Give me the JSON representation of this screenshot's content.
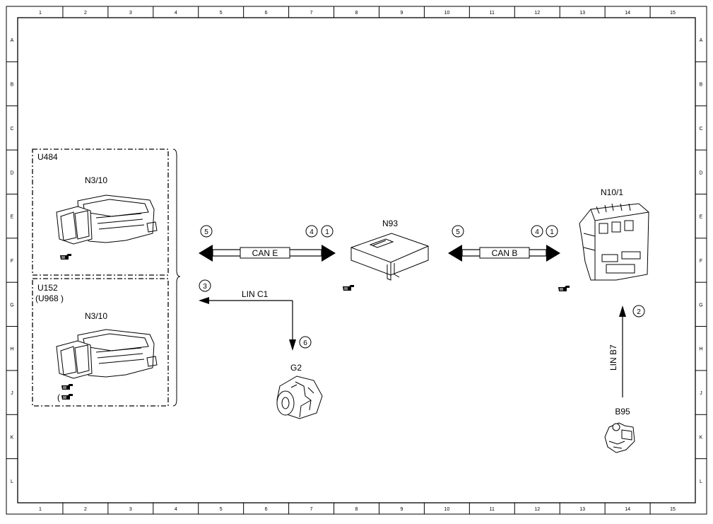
{
  "grid": {
    "columns": [
      "1",
      "2",
      "3",
      "4",
      "5",
      "6",
      "7",
      "8",
      "9",
      "10",
      "11",
      "12",
      "13",
      "14",
      "15"
    ],
    "rows": [
      "A",
      "B",
      "C",
      "D",
      "E",
      "F",
      "G",
      "H",
      "J",
      "K",
      "L"
    ]
  },
  "groups": {
    "upper_code": "U484",
    "lower_code": "U152",
    "lower_alt": "(U968 )",
    "lower_paren": "("
  },
  "components": {
    "ecu_top": "N3/10",
    "ecu_bottom": "N3/10",
    "gateway": "N93",
    "sam": "N10/1",
    "alternator": "G2",
    "battery_sensor": "B95"
  },
  "buses": {
    "can_e": "CAN E",
    "can_b": "CAN B",
    "lin_c1": "LIN C1",
    "lin_b7": "LIN B7"
  },
  "markers": {
    "can_e_left": "5",
    "can_e_right_a": "4",
    "can_e_right_b": "1",
    "can_b_left": "5",
    "can_b_right_a": "4",
    "can_b_right_b": "1",
    "lin_c1_start": "3",
    "lin_c1_end": "6",
    "lin_b7": "2"
  },
  "icons": [
    "pointing-hand-icon"
  ]
}
